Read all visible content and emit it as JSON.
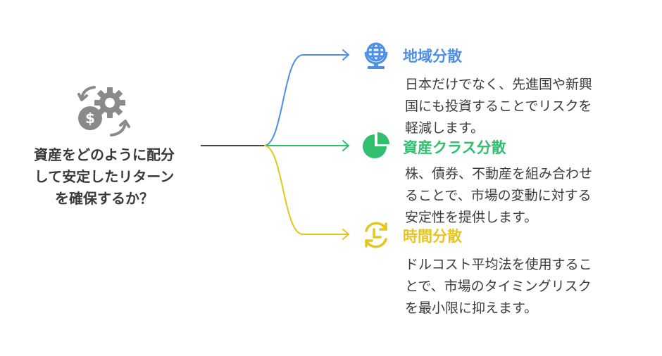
{
  "center": {
    "line1": "資産をどのように配分",
    "line2": "して安定したリターン",
    "line3": "を確保するか？"
  },
  "branches": [
    {
      "title": "地域分散",
      "body": "日本だけでなく、先進国や新興\n国にも投資することでリスクを\n軽減します。",
      "color": "#4e8fe6",
      "icon": "globe-icon"
    },
    {
      "title": "資産クラス分散",
      "body": "株、債券、不動産を組み合わせ\nることで、市場の変動に対する\n安定性を提供します。",
      "color": "#2fbf6f",
      "icon": "pie-chart-icon"
    },
    {
      "title": "時間分散",
      "body": "ドルコスト平均法を使用するこ\nとで、市場のタイミングリスク\nを最小限に抑えます。",
      "color": "#e6c51e",
      "icon": "clock-cycle-icon"
    }
  ],
  "center_icon": "money-gear-cycle-icon",
  "center_color": "#8a8a8a"
}
